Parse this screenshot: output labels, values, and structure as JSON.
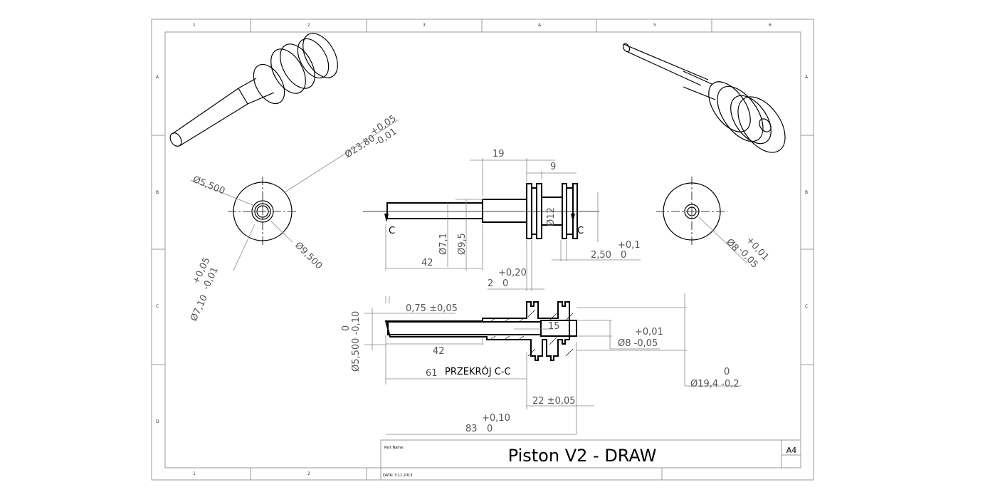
{
  "title_block": {
    "part_name_label": "Part Name:",
    "title": "Piston V2 - DRAW",
    "sheet_size": "A4",
    "date_label": "DATA: 3.11.2013"
  },
  "zones": {
    "columns": [
      "1",
      "2",
      "3",
      "A",
      "5",
      "6"
    ],
    "rows": [
      "A",
      "B",
      "C",
      "D"
    ]
  },
  "front_view_left": {
    "dia_outer": "Ø23,80",
    "tol_outer_plus": "+0,05",
    "tol_outer_minus": "-0,01",
    "dia_inner": "Ø5,500",
    "dia_mid": "Ø9,500",
    "dia_bore": "Ø7,10",
    "tol_bore_plus": "+0,05",
    "tol_bore_minus": "-0,01"
  },
  "front_view_right": {
    "dia": "Ø8",
    "tol_plus": "+0,01",
    "tol_minus": "-0,05"
  },
  "side_view": {
    "len_19": "19",
    "len_9": "9",
    "dia_12": "Ø12",
    "dia_71": "Ø7,1",
    "dia_95": "Ø9,5",
    "len_42": "42",
    "groove": "2,50",
    "groove_tol_plus": "+0,1",
    "groove_tol_minus": "0",
    "flange": "2",
    "flange_tol_plus": "+0,20",
    "flange_tol_minus": "0",
    "section_mark": "C"
  },
  "section_view": {
    "label": "PRZEKRÓJ C-C",
    "wall": "0,75 ±0,05",
    "bore_dia": "Ø5,500 -0,10",
    "bore_tol_upper": "0",
    "len_15": "15",
    "dia_8": "Ø8 -0,05",
    "dia_8_tol_plus": "+0,01",
    "len_42": "42",
    "len_61": "61",
    "len_22": "22 ±0,05",
    "len_83": "83",
    "len_83_tol_plus": "+0,10",
    "len_83_tol_minus": "0",
    "dia_194": "Ø19,4 -0,2",
    "dia_194_tol_upper": "0"
  }
}
